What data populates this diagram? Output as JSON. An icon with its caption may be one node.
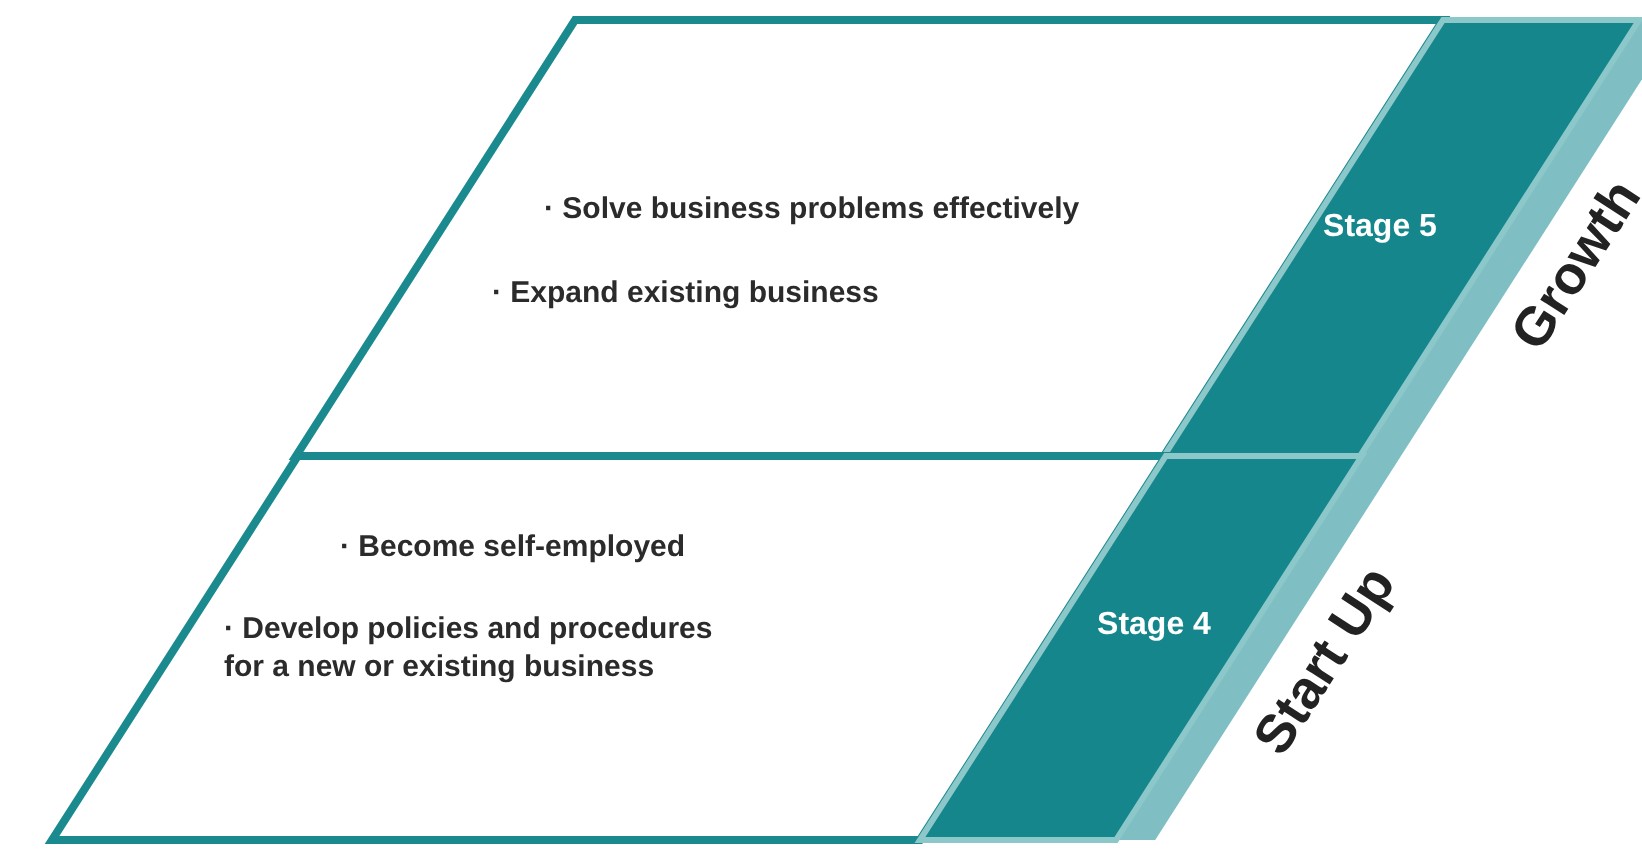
{
  "diagram": {
    "nodes": [
      {
        "text": [
          "· Solve business problems effectively",
          "· Expand existing business"
        ]
      },
      {
        "text": [
          "Stage 5"
        ]
      },
      {
        "text": [
          "· Become self-employed",
          "· Develop policies and procedures for a new or existing business"
        ]
      },
      {
        "text": [
          "Stage 4"
        ]
      }
    ],
    "labels": [
      "Growth",
      "Start Up"
    ]
  }
}
